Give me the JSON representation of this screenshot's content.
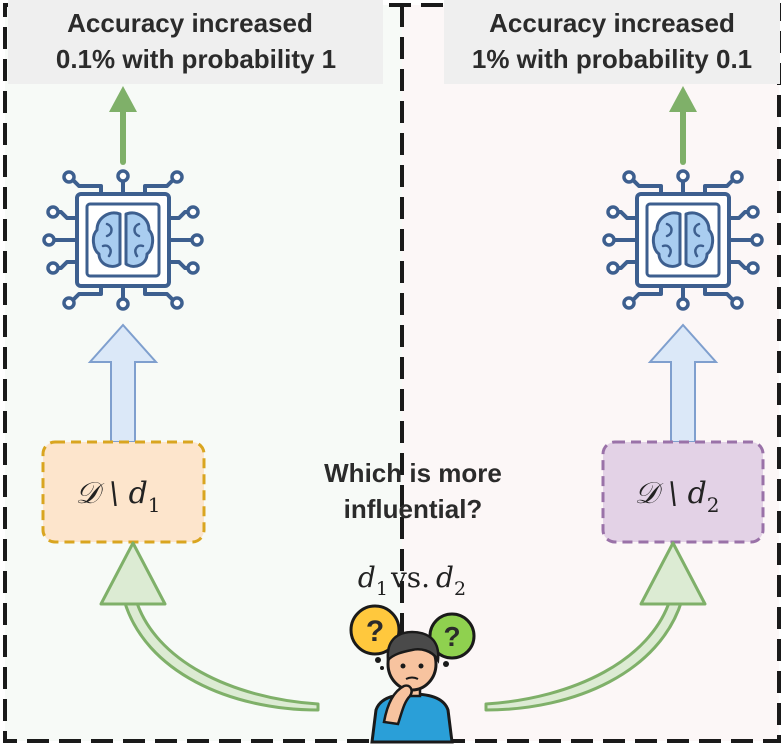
{
  "left_panel": {
    "outcome_line1": "Accuracy increased",
    "outcome_line2": "0.1% with probability 1",
    "dataset_label": "𝒟 \\ d",
    "dataset_subscript": "1"
  },
  "right_panel": {
    "outcome_line1": "Accuracy increased",
    "outcome_line2": "1% with probability 0.1",
    "dataset_label": "𝒟 \\ d",
    "dataset_subscript": "2"
  },
  "question": {
    "line1": "Which is more",
    "line2": "influential?"
  },
  "comparison": {
    "d1": "d",
    "d1_sub": "1",
    "vs": "vs.",
    "d2": "d",
    "d2_sub": "2"
  },
  "person_bubbles": {
    "left": "?",
    "right": "?"
  },
  "colors": {
    "left_panel_bg": "#f7faf7",
    "right_panel_bg": "#fcf7f7",
    "label_bg": "#efefef",
    "green_arrow": "#7fb069",
    "blue_arrow_fill": "#dbe8f8",
    "blue_arrow_stroke": "#7f9fce",
    "chip_stroke": "#3d5f8f",
    "chip_fill": "#a9cdf0",
    "left_box_fill": "#fde5cc",
    "left_box_stroke": "#d9a520",
    "right_box_fill": "#e3d2e6",
    "right_box_stroke": "#9a72a8"
  }
}
